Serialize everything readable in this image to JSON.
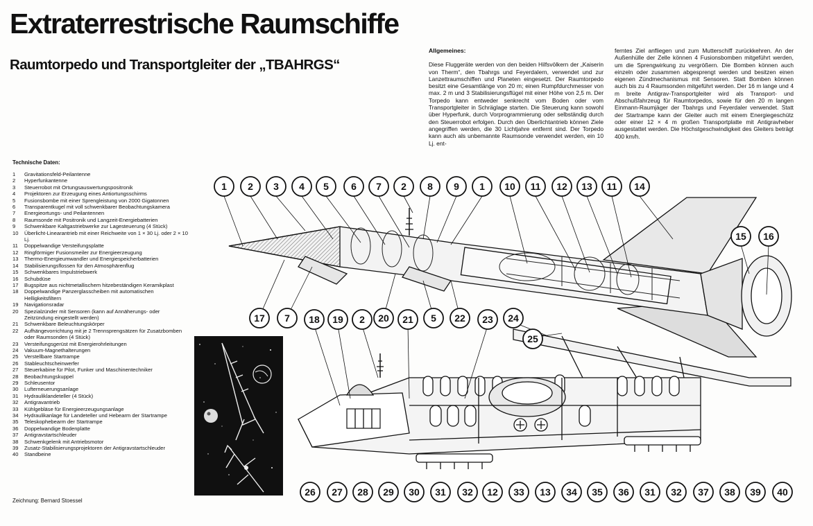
{
  "header": {
    "title": "Extraterrestrische Raumschiffe",
    "subtitle": "Raumtorpedo und Transportgleiter der „TBAHRGS“"
  },
  "allgemeines": {
    "heading": "Allgemeines:",
    "col1": "Diese Fluggeräte werden von den beiden Hilfsvölkern der „Kaiserin von Therm“, den Tbahrgs und Feyerdalern, verwendet und zur Lanzettraumschiffen und Planeten eingesetzt. Der Raumtorpedo besitzt eine Gesamtlänge von 20 m; einen Rumpfdurchmesser von max. 2 m und 3 Stabilisierungsflügel mit einer Höhe von 2,5 m. Der Torpedo kann entweder senkrecht vom Boden oder vom Transportgleiter in Schräglage starten. Die Steuerung kann sowohl über Hyperfunk, durch Vorprogrammierung oder selbständig durch den Steuerrobot erfolgen. Durch den Überlichtantrieb können Ziele angegriffen werden, die 30 Lichtjahre entfernt sind. Der Torpedo kann auch als unbemannte Raumsonde verwendet werden, ein 10 Lj. ent-",
    "col2": "ferntes Ziel anfliegen und zum Mutterschiff zurückkehren. An der Außenhülle der Zelle können 4 Fusionsbomben mitgeführt werden, um die Sprengwirkung zu vergrößern. Die Bomben können auch einzeln oder zusammen abgesprengt werden und besitzen einen eigenen Zündmechanismus mit Sensoren. Statt Bomben können auch bis zu 4 Raumsonden mitgeführt werden. Der 16 m lange und 4 m breite Antigrav-Transportgleiter wird als Transport- und Abschußfahrzeug für Raumtorpedos, sowie für den 20 m langen Einmann-Raumjäger der Tbahrgs und Feyerdaler verwendet. Statt der Startrampe kann der Gleiter auch mit einem Energiegeschütz oder einer 12 × 4 m großen Transportplatte mit Antigravheber ausgestattet werden. Die Höchstgeschwindigkeit des Gleiters beträgt 400 km/h."
  },
  "tech": {
    "heading": "Technische Daten:",
    "items": [
      {
        "n": "1",
        "t": "Gravitationsfeld-Peilantenne"
      },
      {
        "n": "2",
        "t": "Hyperfunkantenne"
      },
      {
        "n": "3",
        "t": "Steuerrobot mit Ortungsauswertungspositronik"
      },
      {
        "n": "4",
        "t": "Projektoren zur Erzeugung eines Antiortungsschirms"
      },
      {
        "n": "5",
        "t": "Fusionsbombe mit einer Sprengleistung von 2000 Gigatonnen"
      },
      {
        "n": "6",
        "t": "Transparentkugel mit voll schwenkbarer Beobachtungskamera"
      },
      {
        "n": "7",
        "t": "Energieortungs- und Peilantennen"
      },
      {
        "n": "8",
        "t": "Raumsonde mit Positronik und Langzeit-Energiebatterien"
      },
      {
        "n": "9",
        "t": "Schwenkbare Kaltgastriebwerke zur Lagesteuerung (4 Stück)"
      },
      {
        "n": "10",
        "t": "Überlicht-Linearantrieb mit einer Reichweite von 1 × 30 Lj. oder 2 × 10 Lj."
      },
      {
        "n": "11",
        "t": "Doppelwandige Versteifungsplatte"
      },
      {
        "n": "12",
        "t": "Ringförmiger Fusionsmeiler zur Energieerzeugung"
      },
      {
        "n": "13",
        "t": "Thermo-Energieumwandler und Energiespeicherbatterien"
      },
      {
        "n": "14",
        "t": "Stabilisierungsflossen für den Atmosphärenflug"
      },
      {
        "n": "15",
        "t": "Schwenkbares Impulstriebwerk"
      },
      {
        "n": "16",
        "t": "Schubdüse"
      },
      {
        "n": "17",
        "t": "Bugspitze aus nichtmetallischem hitzebeständigen Keramikplast"
      },
      {
        "n": "18",
        "t": "Doppelwandige Panzerglasscheiben mit automatischen Helligkeitsfiltern"
      },
      {
        "n": "19",
        "t": "Navigationsradar"
      },
      {
        "n": "20",
        "t": "Spezialzünder mit Sensoren (kann auf Annäherungs- oder Zeitzündung eingestellt werden)"
      },
      {
        "n": "21",
        "t": "Schwenkbare Beleuchtungskörper"
      },
      {
        "n": "22",
        "t": "Aufhängevorrichtung mit je 2 Trennsprengsätzen für Zusatzbomben oder Raumsonden (4 Stück)"
      },
      {
        "n": "23",
        "t": "Versteifungsgerüst mit Energierohrleitungen"
      },
      {
        "n": "24",
        "t": "Vakuum-Magnethalterungen"
      },
      {
        "n": "25",
        "t": "Verstellbare Startrampe"
      },
      {
        "n": "26",
        "t": "Stableuchtscheinwerfer"
      },
      {
        "n": "27",
        "t": "Steuerkabine für Pilot, Funker und Maschinentechniker"
      },
      {
        "n": "28",
        "t": "Beobachtungskuppel"
      },
      {
        "n": "29",
        "t": "Schleusentor"
      },
      {
        "n": "30",
        "t": "Lufterneuerungsanlage"
      },
      {
        "n": "31",
        "t": "Hydrauliklandeteller (4 Stück)"
      },
      {
        "n": "32",
        "t": "Antigravantrieb"
      },
      {
        "n": "33",
        "t": "Kühlgebläse für Energieerzeugungsanlage"
      },
      {
        "n": "34",
        "t": "Hydraulikanlage für Landeteller und Hebearm der Startrampe"
      },
      {
        "n": "35",
        "t": "Teleskophebearm der Startrampe"
      },
      {
        "n": "36",
        "t": "Doppelwandige Bodenplatte"
      },
      {
        "n": "37",
        "t": "Antigravstartschleuder"
      },
      {
        "n": "38",
        "t": "Schwenkgelenk mit Antriebsmotor"
      },
      {
        "n": "39",
        "t": "Zusatz-Stabilisierungsprojektoren der Antigravstartschleuder"
      },
      {
        "n": "40",
        "t": "Standbeine"
      }
    ]
  },
  "credit": "Zeichnung: Bernard Stoessel",
  "callouts_top": [
    "1",
    "2",
    "3",
    "4",
    "5",
    "6",
    "7",
    "2",
    "8",
    "9",
    "1",
    "10",
    "11",
    "12",
    "13",
    "11",
    "14"
  ],
  "callouts_mid": [
    "15",
    "16"
  ],
  "callouts_left": [
    "17",
    "7",
    "20",
    "5",
    "22"
  ],
  "callouts_upper": [
    "18",
    "19",
    "2",
    "21",
    "23",
    "24",
    "25"
  ],
  "callouts_bottom": [
    "26",
    "27",
    "28",
    "29",
    "30",
    "31",
    "32",
    "12",
    "33",
    "13",
    "34",
    "35",
    "36",
    "31",
    "32",
    "37",
    "38",
    "39",
    "40"
  ]
}
